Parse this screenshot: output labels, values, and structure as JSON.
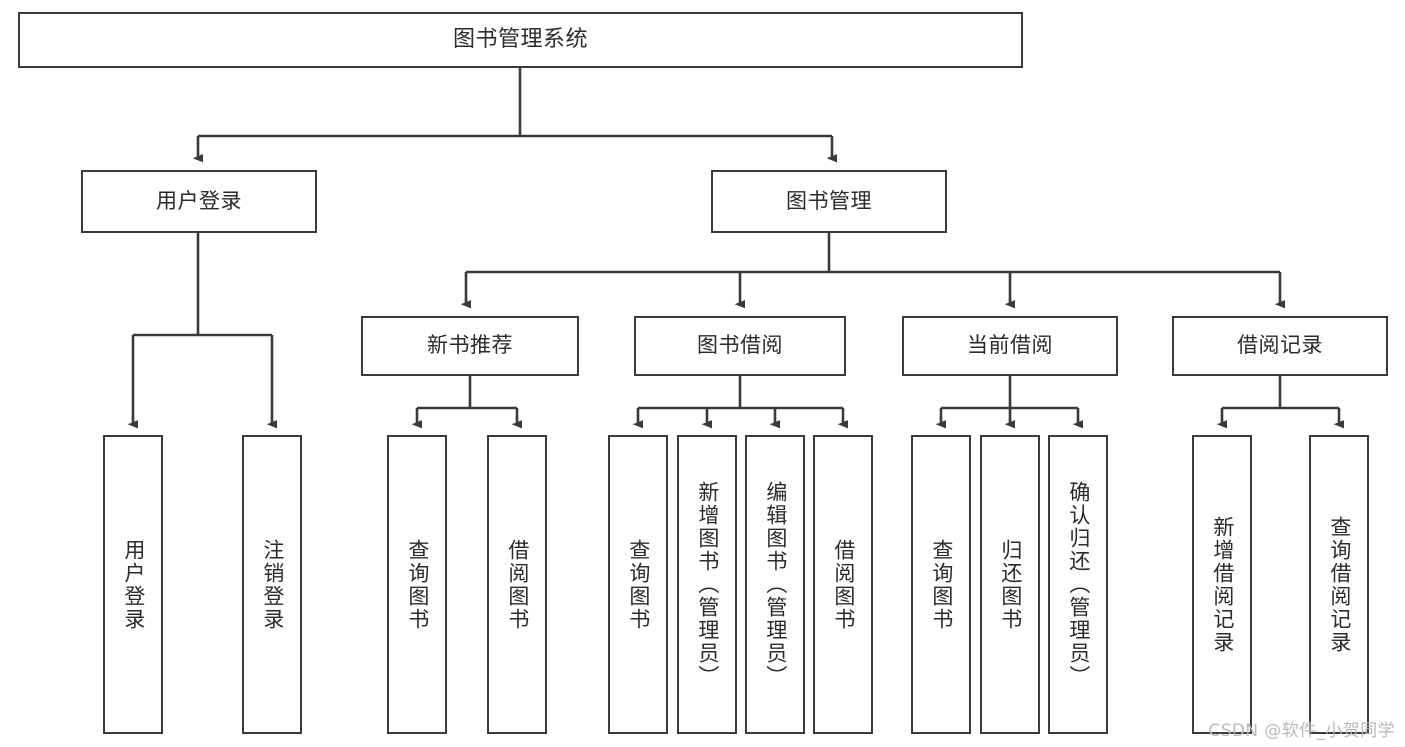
{
  "diagram": {
    "type": "tree-hierarchy",
    "title": "图书管理系统",
    "orientation": "top-down",
    "colors": {
      "box_border": "#3a3a3a",
      "box_fill": "#ffffff",
      "edge": "#3a3a3a",
      "text": "#2b2b2b",
      "watermark": "#b9b9b9",
      "background": "#ffffff"
    },
    "root": {
      "id": "root",
      "label": "图书管理系统"
    },
    "level2": [
      {
        "id": "user-login",
        "label": "用户登录"
      },
      {
        "id": "book-management",
        "label": "图书管理"
      }
    ],
    "level3": [
      {
        "id": "new-book-recommend",
        "label": "新书推荐",
        "parent": "book-management"
      },
      {
        "id": "book-borrow",
        "label": "图书借阅",
        "parent": "book-management"
      },
      {
        "id": "current-borrow",
        "label": "当前借阅",
        "parent": "book-management"
      },
      {
        "id": "borrow-record",
        "label": "借阅记录",
        "parent": "book-management"
      }
    ],
    "leaves": [
      {
        "id": "leaf-user-login",
        "label": "用户登录",
        "parent": "user-login"
      },
      {
        "id": "leaf-logout-login",
        "label": "注销登录",
        "parent": "user-login"
      },
      {
        "id": "leaf-query-book-1",
        "label": "查询图书",
        "parent": "new-book-recommend"
      },
      {
        "id": "leaf-borrow-book-1",
        "label": "借阅图书",
        "parent": "new-book-recommend"
      },
      {
        "id": "leaf-query-book-2",
        "label": "查询图书",
        "parent": "book-borrow"
      },
      {
        "id": "leaf-add-book",
        "label": "新增图书（管理员）",
        "parent": "book-borrow"
      },
      {
        "id": "leaf-edit-book",
        "label": "编辑图书（管理员）",
        "parent": "book-borrow"
      },
      {
        "id": "leaf-borrow-book-2",
        "label": "借阅图书",
        "parent": "book-borrow"
      },
      {
        "id": "leaf-query-book-3",
        "label": "查询图书",
        "parent": "current-borrow"
      },
      {
        "id": "leaf-return-book",
        "label": "归还图书",
        "parent": "current-borrow"
      },
      {
        "id": "leaf-confirm-return",
        "label": "确认归还（管理员）",
        "parent": "current-borrow"
      },
      {
        "id": "leaf-add-record",
        "label": "新增借阅记录",
        "parent": "borrow-record"
      },
      {
        "id": "leaf-query-record",
        "label": "查询借阅记录",
        "parent": "borrow-record"
      }
    ],
    "watermark": "CSDN @软件_小贺同学"
  }
}
